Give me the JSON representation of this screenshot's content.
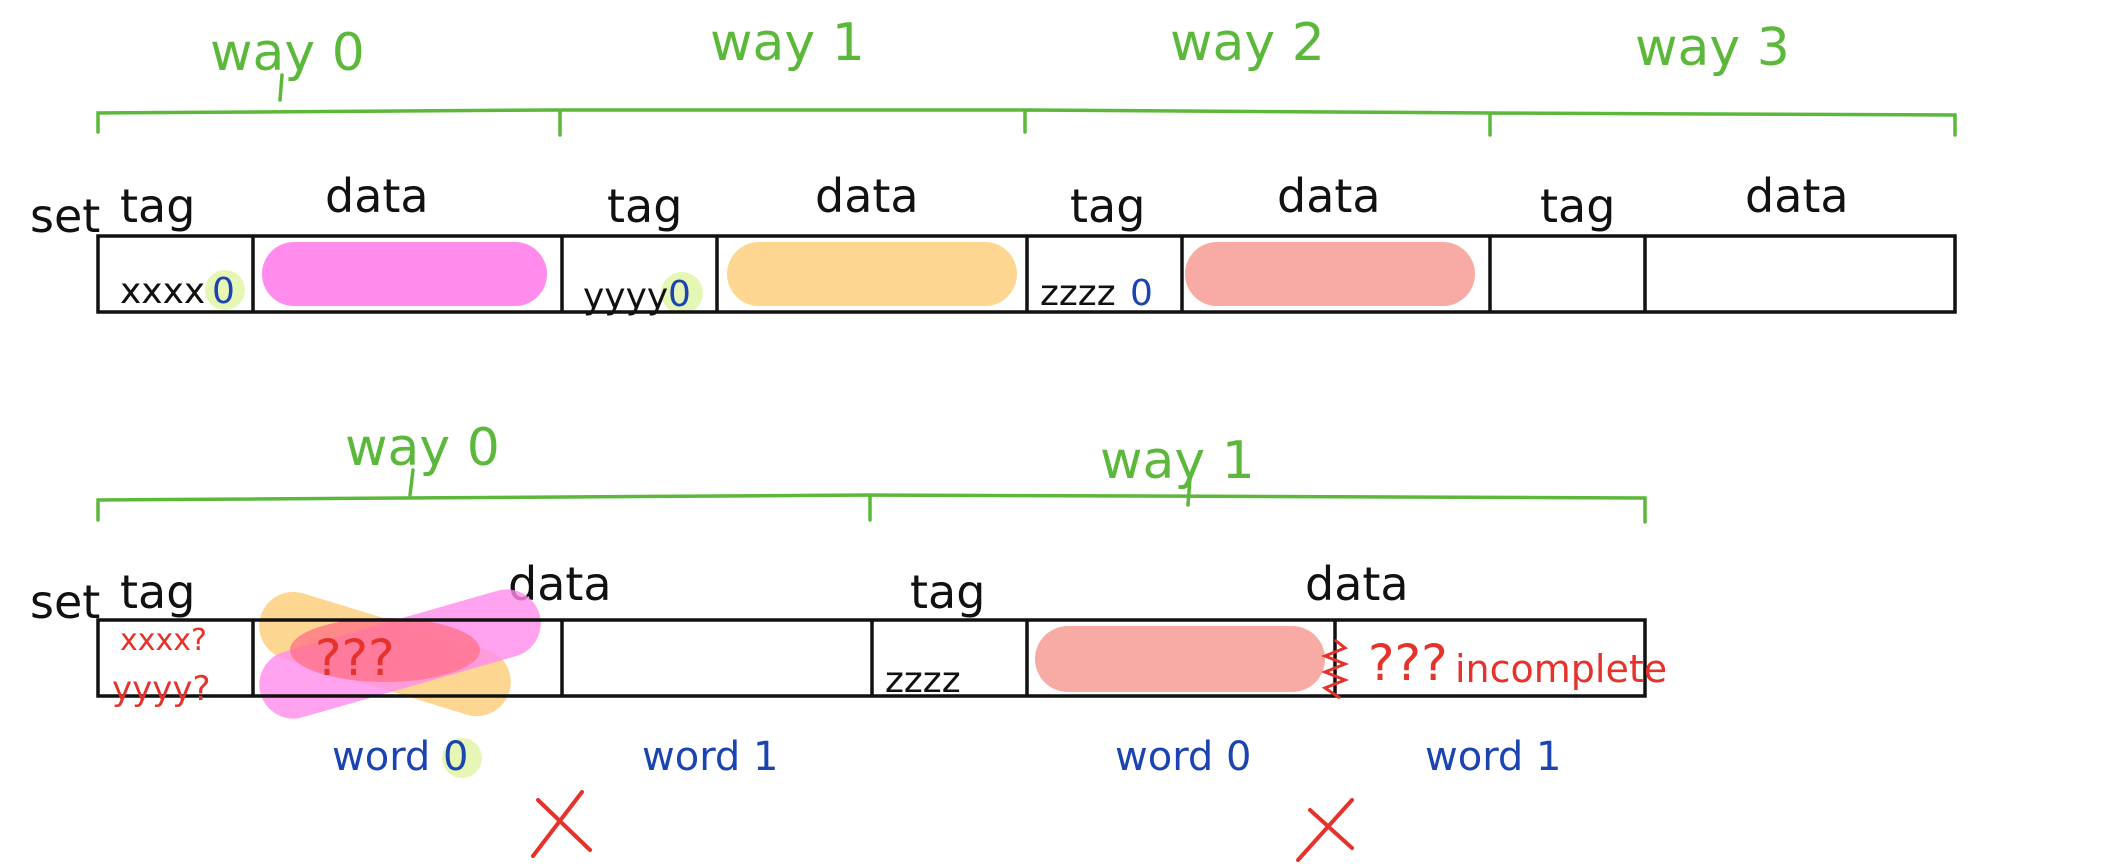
{
  "top": {
    "ways": [
      "way 0",
      "way 1",
      "way 2",
      "way 3"
    ],
    "set_label": "set",
    "tag_header": "tag",
    "data_header": "data",
    "tag_values": [
      "xxxx",
      "yyyy",
      "zzzz",
      ""
    ],
    "valid_bits": [
      "0",
      "0",
      "0",
      ""
    ]
  },
  "bottom": {
    "ways": [
      "way 0",
      "way 1"
    ],
    "set_label": "set",
    "tag_header": "tag",
    "data_header": "data",
    "way0_tags": [
      "xxxx?",
      "yyyy?"
    ],
    "way0_data_text": "???",
    "way1_tag": "zzzz",
    "way1_data_text": "???",
    "incomplete_label": "incomplete",
    "words": [
      "word",
      "0",
      "word 1",
      "word 0",
      "word 1"
    ]
  },
  "colors": {
    "green": "#5cb83a",
    "magenta": "#ff8cec",
    "orange": "#fdd692",
    "salmon": "#f8aba5",
    "red": "#e5322b",
    "blue": "#1b44b0",
    "highlight": "#e6f7b5"
  }
}
